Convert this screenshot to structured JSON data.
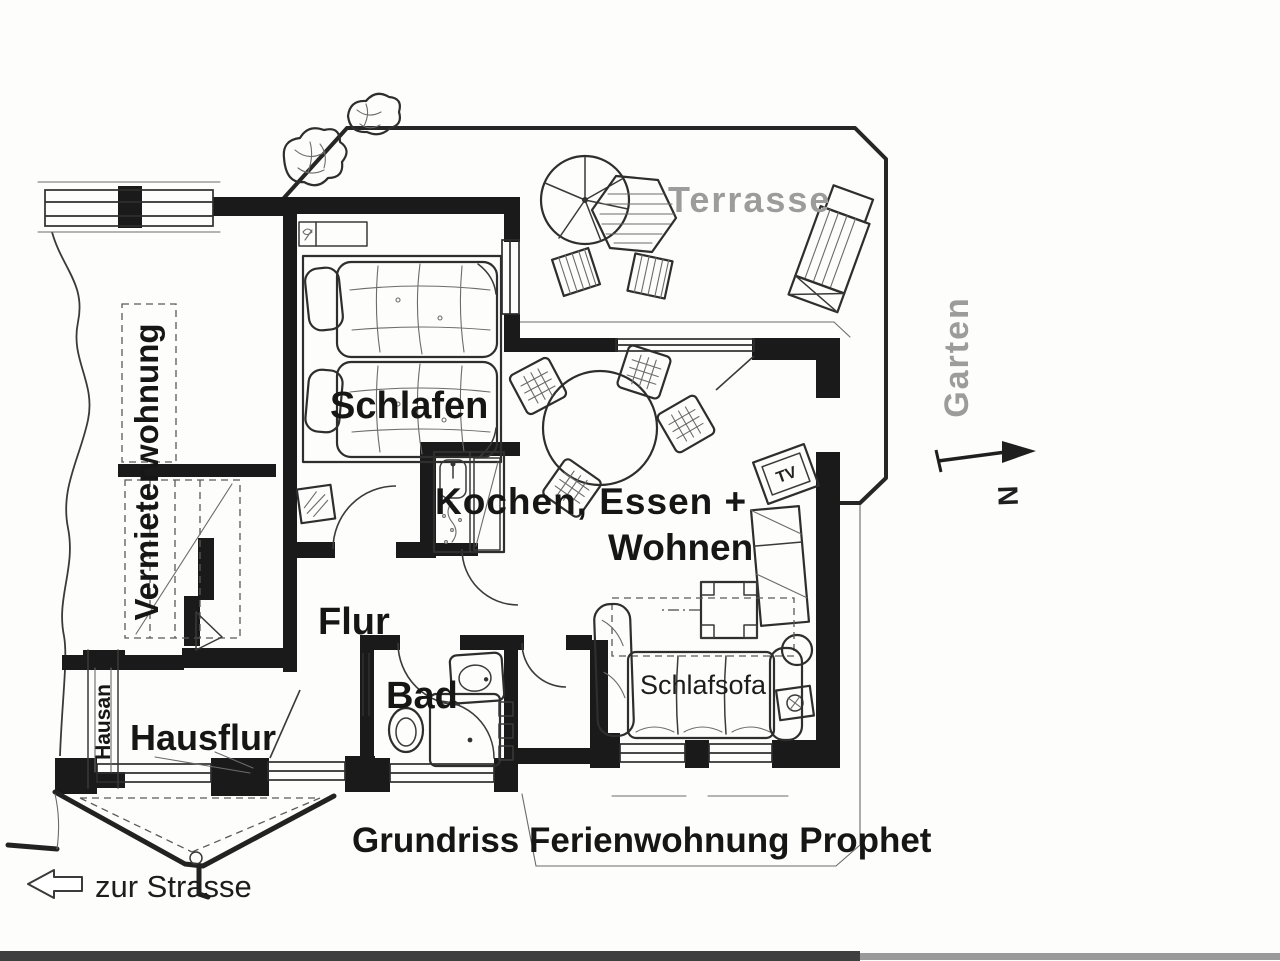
{
  "title": "Grundriss Ferienwohnung Prophet",
  "labels": {
    "terrasse": "Terrasse",
    "garten": "Garten",
    "schlafen": "Schlafen",
    "vermieterwohnung": "Vermieterwohnung",
    "kochen_essen": "Kochen, Essen +",
    "wohnen": "Wohnen",
    "flur": "Flur",
    "bad": "Bad",
    "hausflur": "Hausflur",
    "hausan": "Hausan",
    "schlafsofa": "Schlafsofa",
    "tv": "TV",
    "north": "N",
    "zur_strasse": "zur Strasse"
  },
  "colors": {
    "ink": "#2b2b2b",
    "wall": "#1a1a1a",
    "outdoor_label": "#9c9c9c",
    "paper": "#fdfdfb"
  }
}
